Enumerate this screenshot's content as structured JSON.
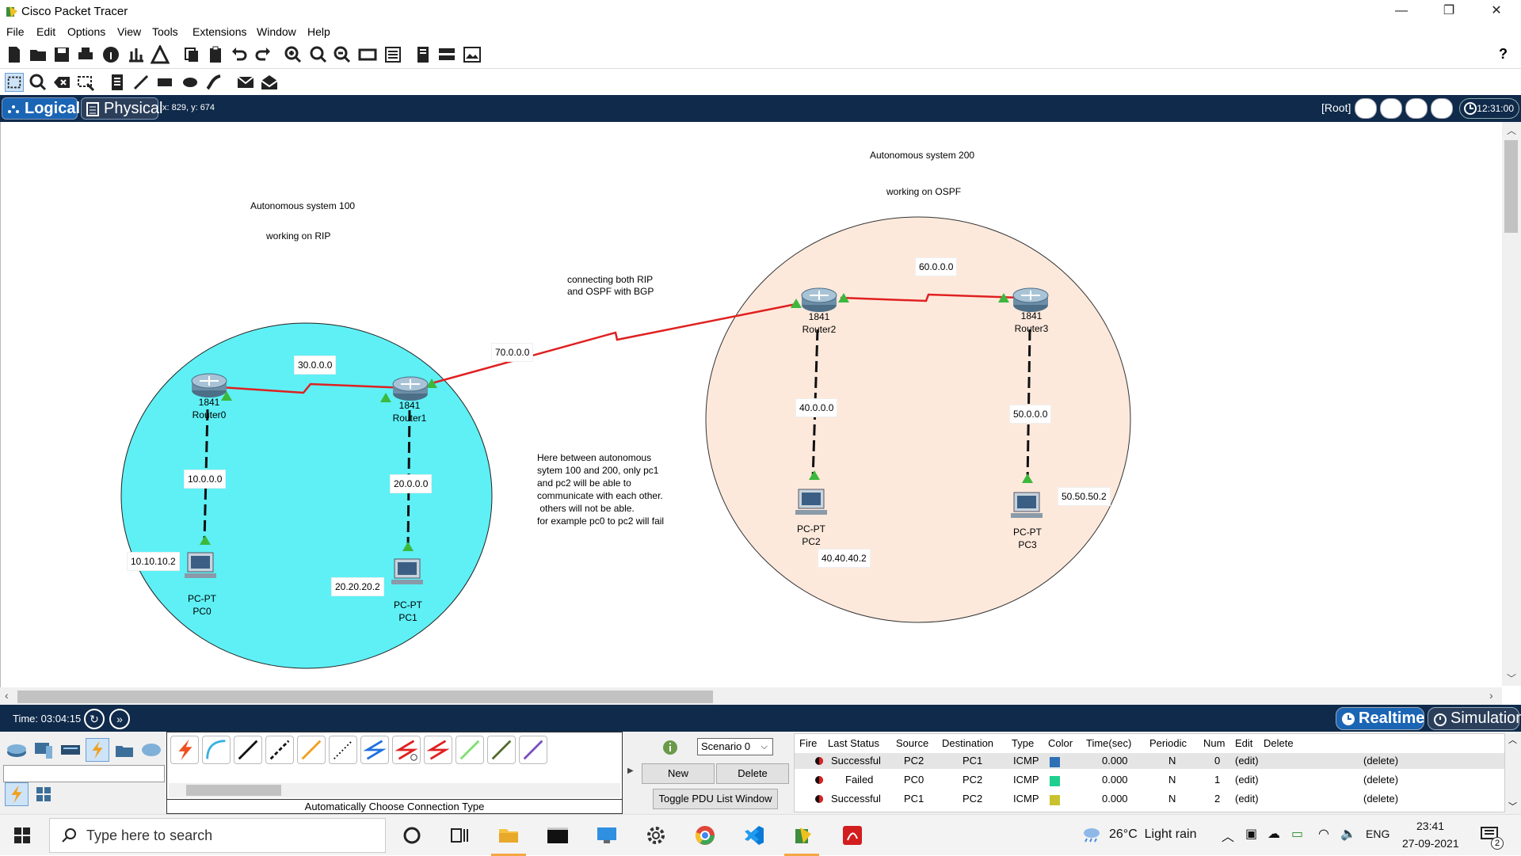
{
  "window": {
    "title": "Cisco Packet Tracer",
    "minimize": "—",
    "restore": "❐",
    "close": "✕"
  },
  "menu": [
    "File",
    "Edit",
    "Options",
    "View",
    "Tools",
    "Extensions",
    "Window",
    "Help"
  ],
  "toolbar": {
    "help_label": "?",
    "icons": [
      "new-file-icon",
      "open-file-icon",
      "save-icon",
      "print-icon",
      "activity-wizard-icon",
      "network-info-icon",
      "custom-device-icon",
      "copy-icon",
      "paste-icon",
      "undo-icon",
      "redo-icon",
      "zoom-in-icon",
      "zoom-reset-icon",
      "zoom-out-icon",
      "drawing-palette-icon",
      "custom-device-dialog-icon",
      "viewport-icon",
      "python-ide-icon",
      "web-view-icon"
    ]
  },
  "toolbar2": {
    "icons": [
      "select-icon",
      "inspect-icon",
      "delete-icon",
      "resize-shape-icon",
      "place-note-icon",
      "draw-line-icon",
      "draw-rectangle-icon",
      "draw-ellipse-icon",
      "freeform-icon",
      "add-simple-pdu-icon",
      "add-complex-pdu-icon"
    ]
  },
  "modebar": {
    "logical": "Logical",
    "physical": "Physical",
    "coords": "x: 829, y: 674",
    "root": "[Root]",
    "time": "12:31:00"
  },
  "canvas": {
    "notes": {
      "as100_title": "Autonomous system 100",
      "as100_protocol": "working on RIP",
      "as200_title": "Autonomous system 200",
      "as200_protocol": "working on OSPF",
      "bgp_line1": "connecting both RIP",
      "bgp_line2": "and OSPF with BGP",
      "explain_1": "Here between autonomous",
      "explain_2": "sytem 100 and 200, only pc1",
      "explain_3": "and pc2 will be able to",
      "explain_4": "communicate with each other.",
      "explain_5": " others will not be able.",
      "explain_6": "for example pc0 to pc2 will fail"
    },
    "networks": {
      "r0_r1": "30.0.0.0",
      "r1_r2": "70.0.0.0",
      "r2_r3": "60.0.0.0",
      "r0_pc0": "10.0.0.0",
      "r1_pc1": "20.0.0.0",
      "r2_pc2": "40.0.0.0",
      "r3_pc3": "50.0.0.0"
    },
    "hosts": {
      "pc0_ip": "10.10.10.2",
      "pc1_ip": "20.20.20.2",
      "pc2_ip": "40.40.40.2",
      "pc3_ip": "50.50.50.2"
    },
    "devices": {
      "router0": {
        "model": "1841",
        "name": "Router0"
      },
      "router1": {
        "model": "1841",
        "name": "Router1"
      },
      "router2": {
        "model": "1841",
        "name": "Router2"
      },
      "router3": {
        "model": "1841",
        "name": "Router3"
      },
      "pc0": {
        "model": "PC-PT",
        "name": "PC0"
      },
      "pc1": {
        "model": "PC-PT",
        "name": "PC1"
      },
      "pc2": {
        "model": "PC-PT",
        "name": "PC2"
      },
      "pc3": {
        "model": "PC-PT",
        "name": "PC3"
      }
    },
    "colors": {
      "as100_fill": "#5ef0f5",
      "as200_fill": "#fde9dc",
      "serial_link": "#e02020",
      "link_light": "#3cb83c"
    }
  },
  "statusbar": {
    "time": "Time: 03:04:15",
    "realtime": "Realtime",
    "simulation": "Simulation"
  },
  "lowerpanel": {
    "connection_caption": "Automatically Choose Connection Type",
    "scenario": "Scenario 0",
    "new_label": "New",
    "delete_label": "Delete",
    "toggle_label": "Toggle PDU List Window",
    "headers": [
      "Fire",
      "Last Status",
      "Source",
      "Destination",
      "Type",
      "Color",
      "Time(sec)",
      "Periodic",
      "Num",
      "Edit",
      "Delete"
    ],
    "rows": [
      {
        "status": "Successful",
        "source": "PC2",
        "destination": "PC1",
        "type": "ICMP",
        "color": "#2e6fb5",
        "time": "0.000",
        "periodic": "N",
        "num": "0",
        "edit": "(edit)",
        "delete": "(delete)"
      },
      {
        "status": "Failed",
        "source": "PC0",
        "destination": "PC2",
        "type": "ICMP",
        "color": "#1fcf8f",
        "time": "0.000",
        "periodic": "N",
        "num": "1",
        "edit": "(edit)",
        "delete": "(delete)"
      },
      {
        "status": "Successful",
        "source": "PC1",
        "destination": "PC2",
        "type": "ICMP",
        "color": "#c9c22e",
        "time": "0.000",
        "periodic": "N",
        "num": "2",
        "edit": "(edit)",
        "delete": "(delete)"
      }
    ]
  },
  "taskbar": {
    "search_placeholder": "Type here to search",
    "weather": "26°C  Light rain",
    "language": "ENG",
    "time": "23:41",
    "date": "27-09-2021",
    "notification_count": "2"
  }
}
